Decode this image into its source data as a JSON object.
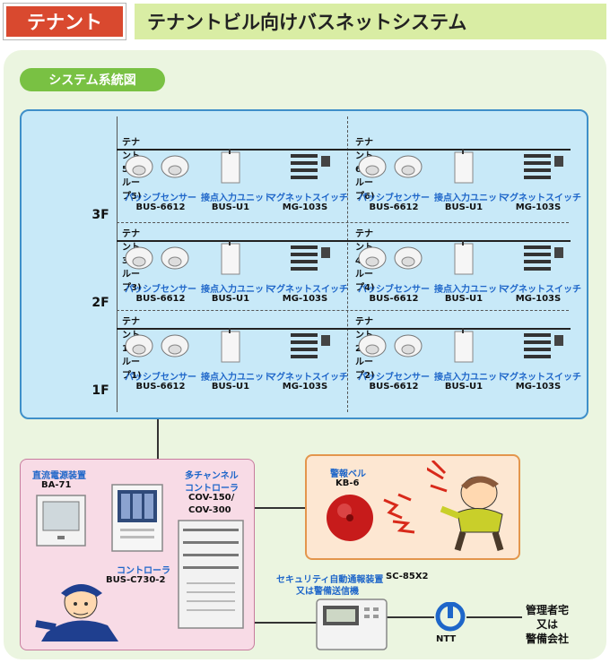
{
  "header": {
    "badge": "テナント",
    "title": "テナントビル向けバスネットシステム"
  },
  "section_label": "システム系統図",
  "floors": [
    {
      "label": "3F",
      "tenants": [
        {
          "title": "テナント5(グループ5)"
        },
        {
          "title": "テナント6(グループ6)"
        }
      ]
    },
    {
      "label": "2F",
      "tenants": [
        {
          "title": "テナント3(グループ3)"
        },
        {
          "title": "テナント4(グループ4)"
        }
      ]
    },
    {
      "label": "1F",
      "tenants": [
        {
          "title": "テナント1(グループ1)"
        },
        {
          "title": "テナント2(グループ2)"
        }
      ]
    }
  ],
  "devices": {
    "sensor": {
      "name": "パッシブセンサー",
      "model": "BUS-6612"
    },
    "contact": {
      "name": "接点入力ユニット",
      "model": "BUS-U1"
    },
    "magnet": {
      "name": "マグネットスイッチ",
      "model": "MG-103S"
    }
  },
  "equipment": {
    "power": {
      "name": "直流電源装置",
      "model": "BA-71"
    },
    "controller": {
      "name": "コントローラ",
      "model": "BUS-C730-2"
    },
    "multi": {
      "name1": "多チャンネル",
      "name2": "コントローラ",
      "model1": "COV-150/",
      "model2": "COV-300"
    },
    "bell": {
      "name": "警報ベル",
      "model": "KB-6"
    },
    "security": {
      "name1": "セキュリティ自動通報装置",
      "name2": "又は警備送信機",
      "model": "SC-85X2"
    },
    "ntt": "NTT",
    "manager": {
      "line1": "管理者宅",
      "line2": "又は",
      "line3": "警備会社"
    }
  },
  "colors": {
    "badge": "#d9492f",
    "title_bar": "#d9eda4",
    "panel": "#ebf5e0",
    "pill": "#79c143",
    "building_fill": "#c8e9f8",
    "building_border": "#3e8fc9",
    "device_label": "#1e66c9"
  }
}
